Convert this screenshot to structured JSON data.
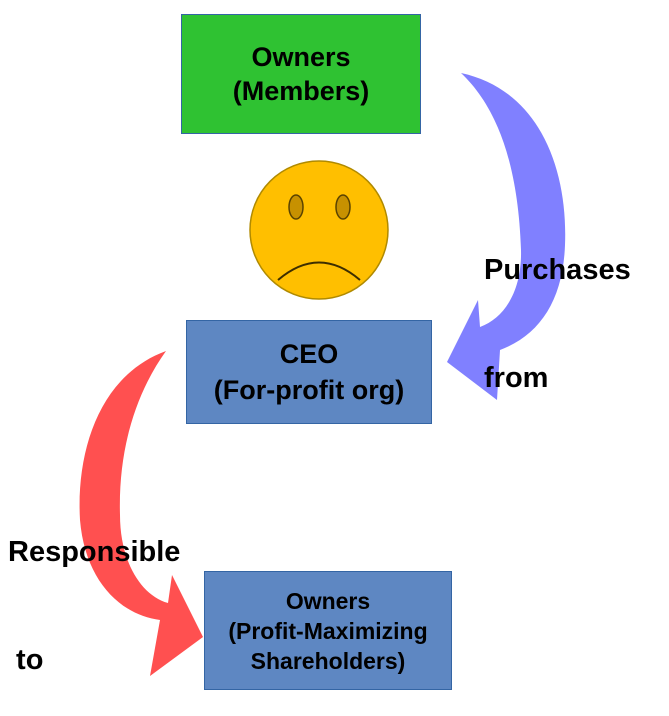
{
  "nodes": {
    "owners_members": {
      "line1": "Owners",
      "line2": "(Members)",
      "fill": "#2fc232"
    },
    "ceo": {
      "line1": "CEO",
      "line2": "(For-profit org)",
      "fill": "#5e87c2"
    },
    "owners_shareholders": {
      "line1": "Owners",
      "line2": "(Profit-Maximizing",
      "line3": "Shareholders)",
      "fill": "#5e87c2"
    }
  },
  "edges": {
    "purchases": {
      "from": "owners_members",
      "to": "ceo",
      "label_line1": "Purchases",
      "label_line2": "from",
      "color": "#8080ff"
    },
    "responsible": {
      "from": "ceo",
      "to": "owners_shareholders",
      "label_line1": "Responsible",
      "label_line2": " to",
      "color": "#ff5050"
    }
  },
  "face": {
    "icon": "sad-face-icon",
    "fill": "#ffbf00"
  }
}
